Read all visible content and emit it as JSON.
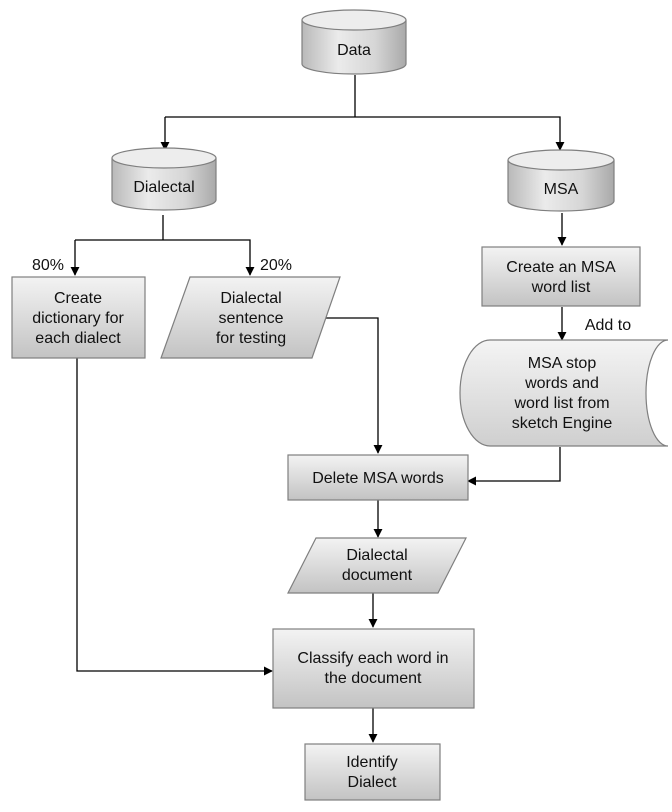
{
  "nodes": {
    "data": "Data",
    "dialectal": "Dialectal",
    "msa": "MSA",
    "create_dictionary": [
      "Create",
      "dictionary for",
      "each dialect"
    ],
    "dialectal_sentence": [
      "Dialectal",
      "sentence",
      "for testing"
    ],
    "create_msa_list": [
      "Create an MSA",
      "word list"
    ],
    "msa_stop_words": [
      "MSA stop",
      "words and",
      "word list from",
      "sketch Engine"
    ],
    "delete_msa": "Delete MSA words",
    "dialectal_document": [
      "Dialectal",
      "document"
    ],
    "classify": [
      "Classify each word in",
      "the document"
    ],
    "identify": [
      "Identify",
      "Dialect"
    ]
  },
  "edge_labels": {
    "split_train": "80%",
    "split_test": "20%",
    "add_to": "Add to"
  },
  "colors": {
    "box_fill_top": "#f2f2f2",
    "box_fill_bottom": "#c4c4c4",
    "box_stroke": "#7f7f7f",
    "edge": "#000000"
  }
}
